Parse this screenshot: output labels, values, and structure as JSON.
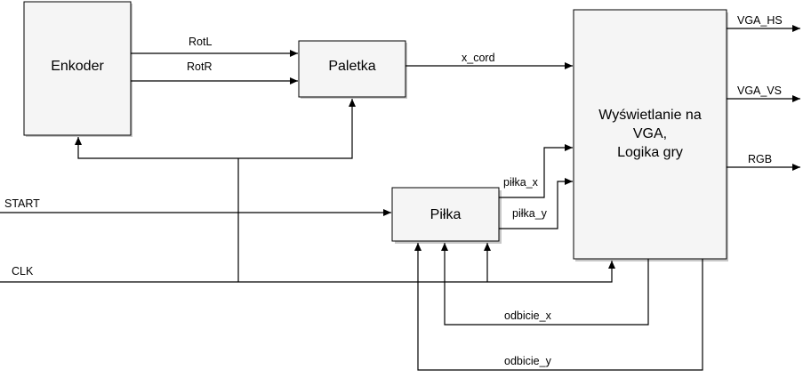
{
  "blocks": {
    "enkoder": "Enkoder",
    "paletka": "Paletka",
    "pilka": "Piłka",
    "vga_lines": [
      "Wyświetlanie na",
      "VGA,",
      "Logika gry"
    ]
  },
  "signals": {
    "rotl": "RotL",
    "rotr": "RotR",
    "x_cord": "x_cord",
    "start": "START",
    "clk": "CLK",
    "pilka_x": "piłka_x",
    "pilka_y": "piłka_y",
    "odbicie_x": "odbicie_x",
    "odbicie_y": "odbicie_y",
    "vga_hs": "VGA_HS",
    "vga_vs": "VGA_VS",
    "rgb": "RGB"
  }
}
